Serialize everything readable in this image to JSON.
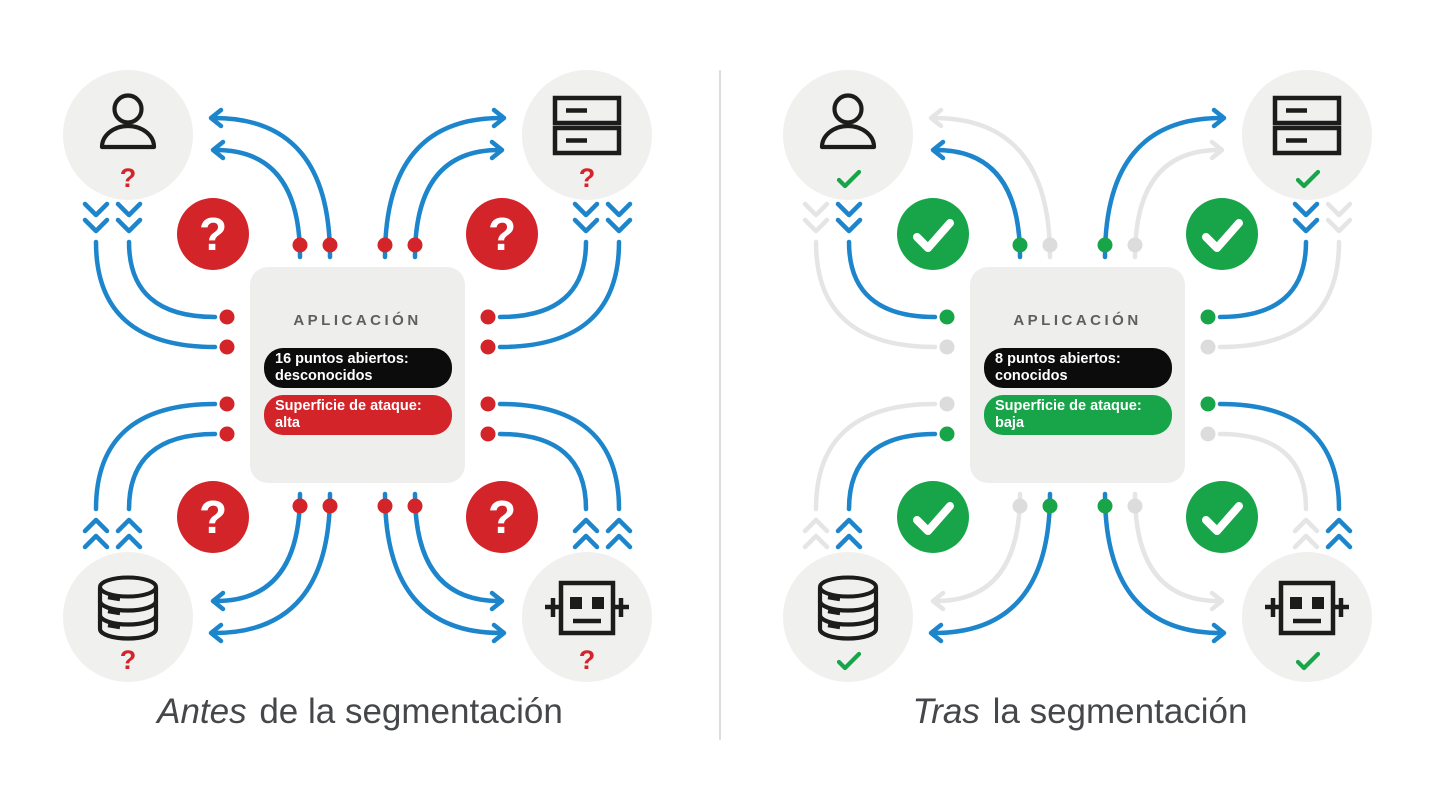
{
  "colors": {
    "arc_active": "#1d85cc",
    "arc_muted": "#e5e5e5",
    "dot_muted": "#dcdcdc",
    "red": "#d22429",
    "green": "#18a549",
    "icon_ink": "#1c1c1c",
    "node_bg": "#f0f0ef",
    "box_bg": "#eeeeec",
    "title_gray": "#5e5e5e",
    "caption_gray": "#45474b",
    "pill_black": "#0c0c0c",
    "divider": "#dcdcdc",
    "white": "#ffffff"
  },
  "corners": [
    {
      "pos": "tl",
      "icon": "user-icon"
    },
    {
      "pos": "tr",
      "icon": "server-icon"
    },
    {
      "pos": "bl",
      "icon": "database-icon"
    },
    {
      "pos": "br",
      "icon": "robot-icon"
    }
  ],
  "panels": [
    {
      "id": "before",
      "caption_italic": "Antes",
      "caption_rest": " de la segmentación",
      "center": {
        "title": "APLICACIÓN",
        "pill1_line1": "16 puntos abiertos:",
        "pill1_line2": "desconocidos",
        "pill1_bg": "#0c0c0c",
        "pill2_line1": "Superficie de ataque:",
        "pill2_line2": "alta",
        "pill2_bg": "#d22429"
      },
      "accent": "#d22429",
      "mark": "question",
      "mark_glyph": "?",
      "arc_states": {
        "tl": {
          "h_outer": true,
          "h_inner": true,
          "v_outer": true,
          "v_inner": true
        },
        "tr": {
          "h_outer": true,
          "h_inner": true,
          "v_outer": true,
          "v_inner": true
        },
        "bl": {
          "h_outer": true,
          "h_inner": true,
          "v_outer": true,
          "v_inner": true
        },
        "br": {
          "h_outer": true,
          "h_inner": true,
          "v_outer": true,
          "v_inner": true
        }
      }
    },
    {
      "id": "after",
      "caption_italic": "Tras",
      "caption_rest": " la segmentación",
      "center": {
        "title": "APLICACIÓN",
        "pill1_line1": "8 puntos abiertos:",
        "pill1_line2": "conocidos",
        "pill1_bg": "#0c0c0c",
        "pill2_line1": "Superficie de ataque:",
        "pill2_line2": "baja",
        "pill2_bg": "#18a549"
      },
      "accent": "#18a549",
      "mark": "check",
      "mark_glyph": "",
      "arc_states": {
        "tl": {
          "h_outer": false,
          "h_inner": true,
          "v_outer": false,
          "v_inner": true
        },
        "tr": {
          "h_outer": true,
          "h_inner": false,
          "v_outer": false,
          "v_inner": true
        },
        "bl": {
          "h_outer": true,
          "h_inner": false,
          "v_outer": false,
          "v_inner": true
        },
        "br": {
          "h_outer": true,
          "h_inner": false,
          "v_outer": true,
          "v_inner": false
        }
      }
    }
  ]
}
